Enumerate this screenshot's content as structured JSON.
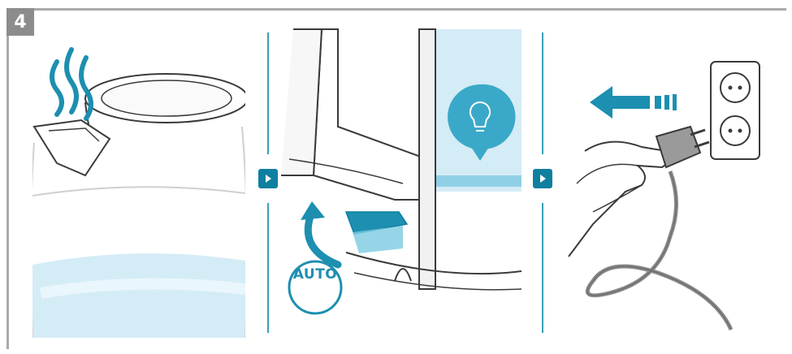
{
  "step": {
    "number": "4"
  },
  "panels": [
    {
      "name": "kettle-boiling"
    },
    {
      "name": "switch-off-auto",
      "auto_label": "AUTO"
    },
    {
      "name": "unplug-kettle"
    }
  ],
  "colors": {
    "accent": "#1d8fb0",
    "accent_dark": "#0f7fa0",
    "frame": "#a9a9a9",
    "badge": "#8c8c8c",
    "water": "#cfeaf4",
    "outline": "#3a3a3a"
  },
  "icons": [
    "steam-icon",
    "light-bulb-icon",
    "arrow-right-icon",
    "curved-up-arrow-icon",
    "left-arrow-icon",
    "wall-socket-icon",
    "power-plug-icon"
  ]
}
